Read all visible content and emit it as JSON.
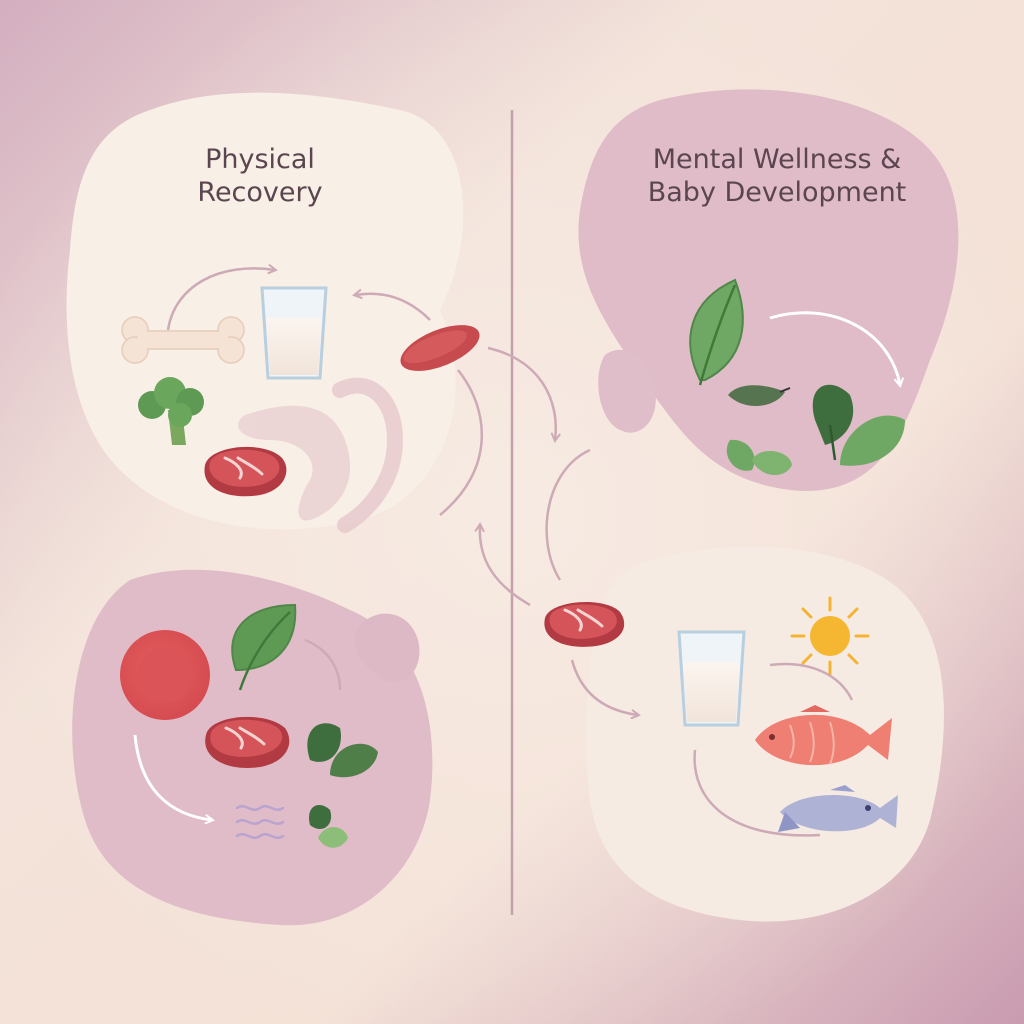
{
  "titles": {
    "left": [
      "Physical",
      "Recovery"
    ],
    "right": [
      "Mental Wellness &",
      "Baby Development"
    ]
  },
  "colors": {
    "background_light": "#f5e6dc",
    "background_mauve": "#c79aae",
    "cream_blob": "#f8efe6",
    "mauve_blob": "#ddbac6",
    "arrow": "#cdaab6",
    "divider": "#c49fae",
    "meat": "#c5484f",
    "leaf": "#5f9a55",
    "fish_salmon": "#ee7f72",
    "fish_blue": "#aeb3d6",
    "sun": "#f2b431"
  },
  "icons": [
    "bone-icon",
    "milk-glass-icon",
    "broccoli-icon",
    "steak-icon",
    "red-blood-cell-icon",
    "spinach-leaf-icon",
    "kale-icon",
    "leafy-greens-icon",
    "sun-icon",
    "salmon-icon",
    "fish-icon"
  ]
}
